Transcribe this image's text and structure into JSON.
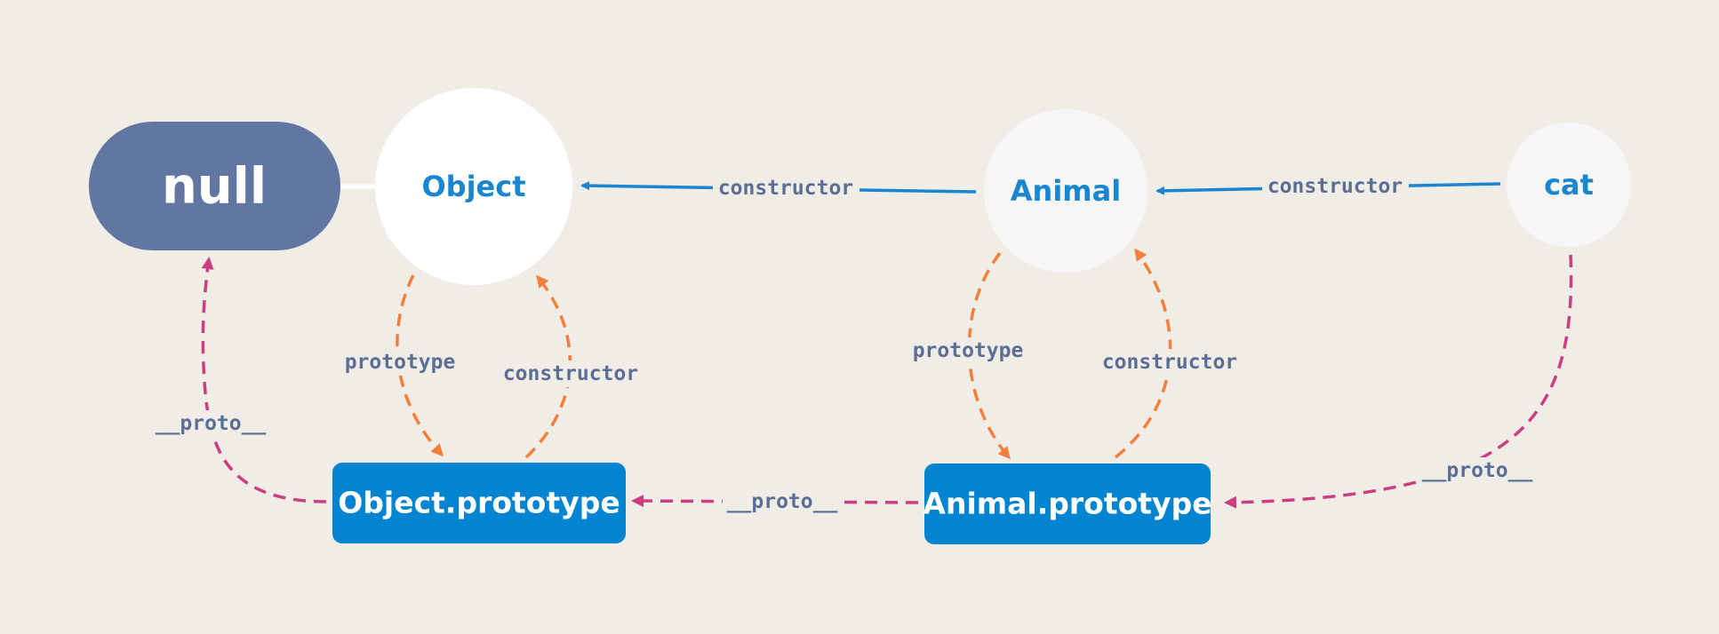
{
  "colors": {
    "background": "#f0ece6",
    "null_fill": "#6177a1",
    "box_fill": "#0284d1",
    "constructor_blue": "#1a86cf",
    "prototype_orange": "#f37f3b",
    "proto_pink": "#cc3d82",
    "label_text": "#5b6f96"
  },
  "nodes": {
    "null": "null",
    "object": "Object",
    "animal": "Animal",
    "cat": "cat",
    "object_prototype": "Object.prototype",
    "animal_prototype": "Animal.prototype"
  },
  "edges": {
    "animal_to_object_constructor": "constructor",
    "cat_to_animal_constructor": "constructor",
    "object_prototype": "prototype",
    "object_prototype_constructor": "constructor",
    "animal_prototype": "prototype",
    "animal_prototype_constructor": "constructor",
    "object_prototype_proto": "__proto__",
    "animal_prototype_proto": "__proto__",
    "cat_proto": "__proto__"
  }
}
